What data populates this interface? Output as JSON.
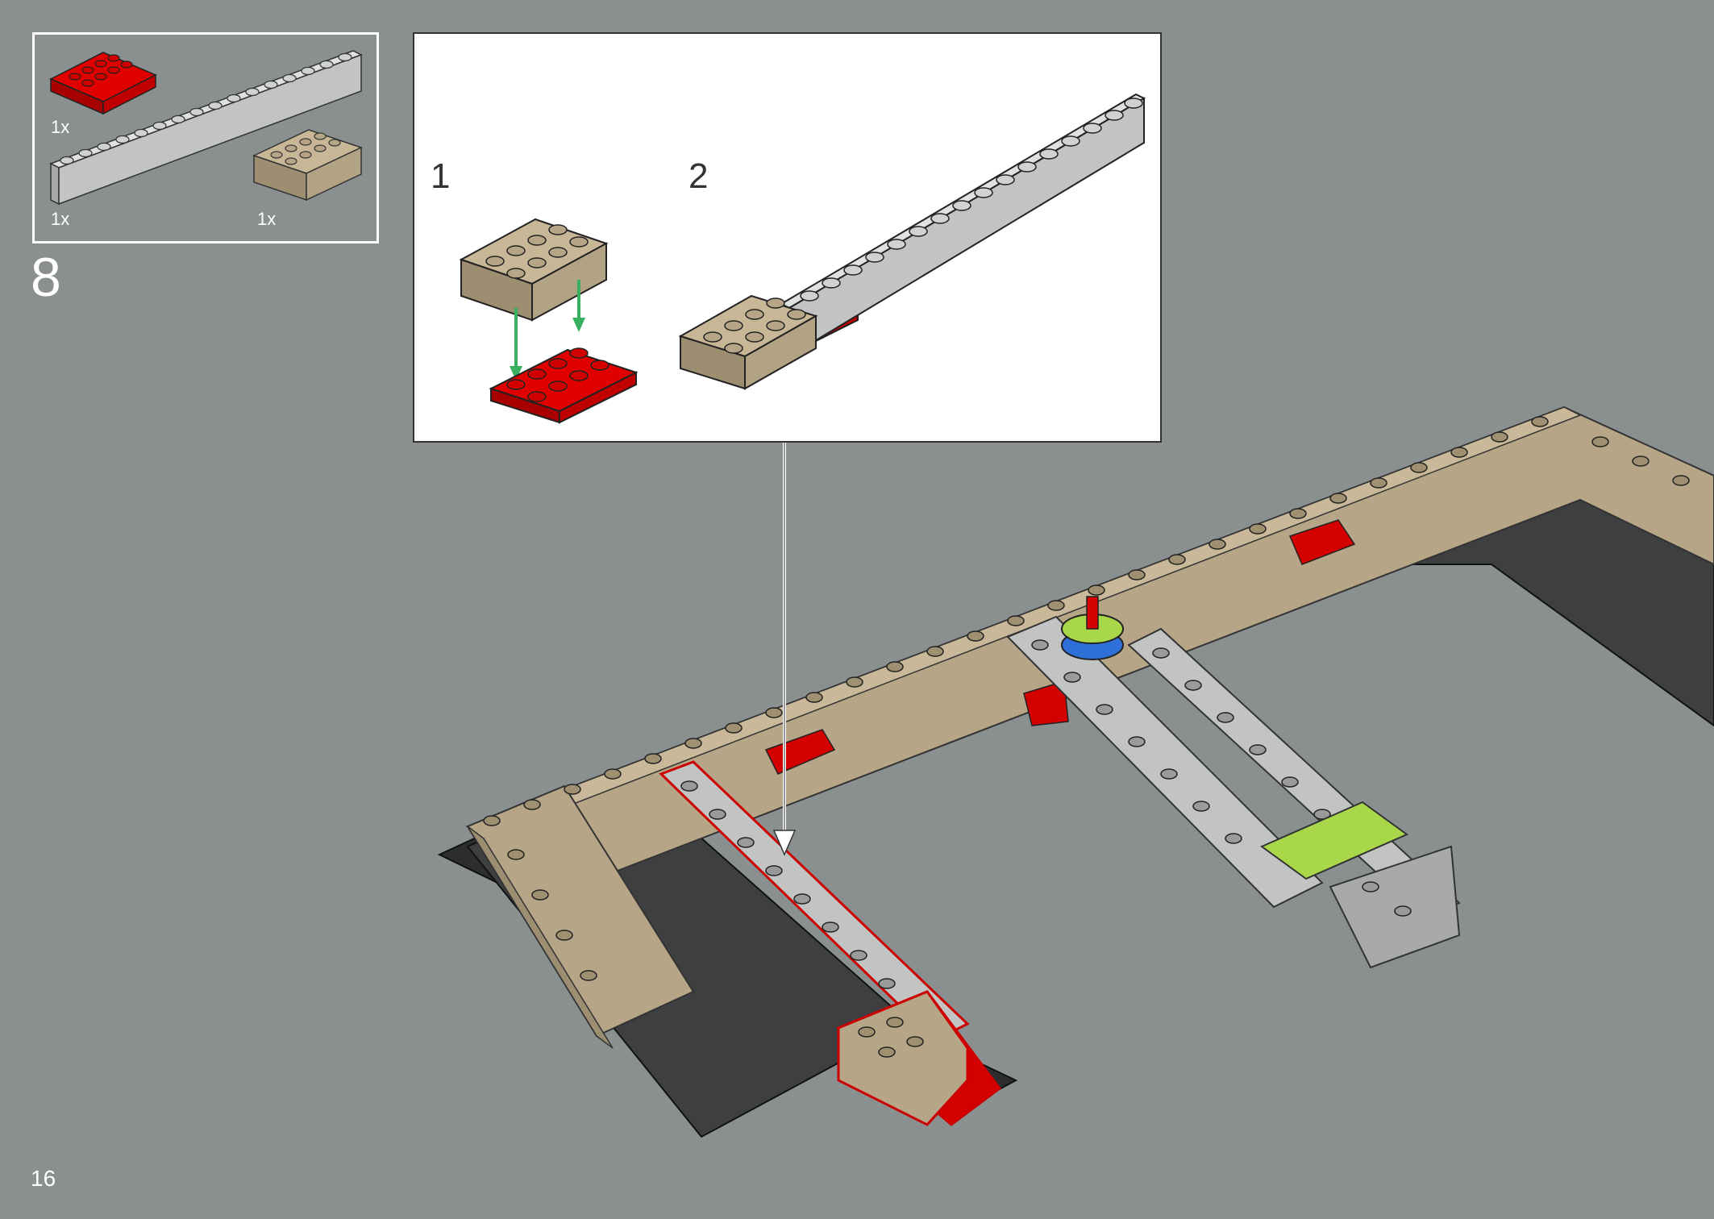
{
  "parts_list": {
    "items": [
      {
        "name": "red plate 2x4",
        "color": "#d40000",
        "qty": "1x"
      },
      {
        "name": "light gray brick 1x16",
        "color": "#c2c4c4",
        "qty": "1x"
      },
      {
        "name": "tan brick 2x4",
        "color": "#b6a586",
        "qty": "1x"
      }
    ]
  },
  "step": {
    "number": "8"
  },
  "callout": {
    "substeps": [
      {
        "number": "1"
      },
      {
        "number": "2"
      }
    ]
  },
  "page": {
    "number": "16"
  },
  "colors": {
    "background": "#89908f",
    "tan": "#b6a586",
    "red": "#d40000",
    "light_gray": "#c2c4c4",
    "dark_gray": "#3d3f40",
    "lime": "#a8d84a",
    "blue": "#2f6fd8",
    "arrow_green": "#38b060",
    "highlight": "#cc0000"
  }
}
